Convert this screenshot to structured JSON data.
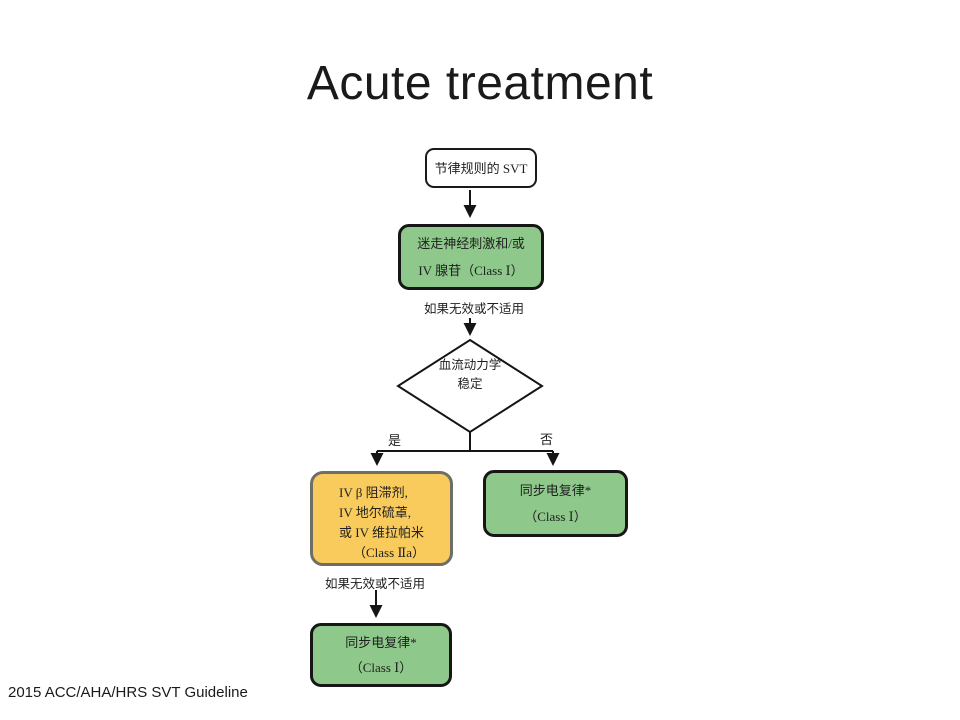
{
  "title": "Acute treatment",
  "footer": "2015 ACC/AHA/HRS SVT Guideline",
  "colors": {
    "node_green": "#8EC88A",
    "node_yellow": "#F9CB5C",
    "yellow_border": "#6e6e66",
    "line": "#151515",
    "background": "#ffffff"
  },
  "flowchart": {
    "start": {
      "text": "节律规则的 SVT"
    },
    "vagal": {
      "line1": "迷走神经刺激和/或",
      "line2": "IV 腺苷（Class Ⅰ）"
    },
    "cond1": "如果无效或不适用",
    "decision": {
      "line1": "血流动力学",
      "line2": "稳定"
    },
    "branch_yes": "是",
    "branch_no": "否",
    "drugs": {
      "line1": "IV β 阻滞剂,",
      "line2": "IV 地尔硫䓬,",
      "line3": "或 IV 维拉帕米",
      "line4": "（Class Ⅱa）"
    },
    "cardioversion_right": {
      "line1": "同步电复律*",
      "line2": "（Class Ⅰ）"
    },
    "cond2": "如果无效或不适用",
    "cardioversion_bottom": {
      "line1": "同步电复律*",
      "line2": "（Class Ⅰ）"
    }
  }
}
